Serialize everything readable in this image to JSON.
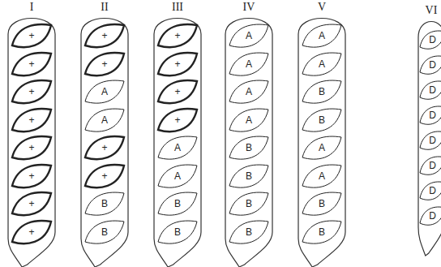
{
  "diagram": {
    "nodes": [
      {
        "text": [
          "I"
        ]
      },
      {
        "text": [
          "+"
        ],
        "in": 0
      },
      {
        "text": [
          "+"
        ],
        "in": 0
      },
      {
        "text": [
          "+"
        ],
        "in": 0
      },
      {
        "text": [
          "+"
        ],
        "in": 0
      },
      {
        "text": [
          "+"
        ],
        "in": 0
      },
      {
        "text": [
          "+"
        ],
        "in": 0
      },
      {
        "text": [
          "+"
        ],
        "in": 0
      },
      {
        "text": [
          "+"
        ],
        "in": 0
      },
      {
        "text": [
          "II"
        ]
      },
      {
        "text": [
          "+"
        ],
        "in": 9
      },
      {
        "text": [
          "+"
        ],
        "in": 9
      },
      {
        "text": [
          "A"
        ],
        "in": 9
      },
      {
        "text": [
          "A"
        ],
        "in": 9
      },
      {
        "text": [
          "+"
        ],
        "in": 9
      },
      {
        "text": [
          "+"
        ],
        "in": 9
      },
      {
        "text": [
          "B"
        ],
        "in": 9
      },
      {
        "text": [
          "B"
        ],
        "in": 9
      },
      {
        "text": [
          "III"
        ]
      },
      {
        "text": [
          "+"
        ],
        "in": 18
      },
      {
        "text": [
          "+"
        ],
        "in": 18
      },
      {
        "text": [
          "+"
        ],
        "in": 18
      },
      {
        "text": [
          "+"
        ],
        "in": 18
      },
      {
        "text": [
          "A"
        ],
        "in": 18
      },
      {
        "text": [
          "A"
        ],
        "in": 18
      },
      {
        "text": [
          "B"
        ],
        "in": 18
      },
      {
        "text": [
          "B"
        ],
        "in": 18
      },
      {
        "text": [
          "IV"
        ]
      },
      {
        "text": [
          "A"
        ],
        "in": 27
      },
      {
        "text": [
          "A"
        ],
        "in": 27
      },
      {
        "text": [
          "A"
        ],
        "in": 27
      },
      {
        "text": [
          "A"
        ],
        "in": 27
      },
      {
        "text": [
          "B"
        ],
        "in": 27
      },
      {
        "text": [
          "B"
        ],
        "in": 27
      },
      {
        "text": [
          "B"
        ],
        "in": 27
      },
      {
        "text": [
          "B"
        ],
        "in": 27
      },
      {
        "text": [
          "V"
        ]
      },
      {
        "text": [
          "A"
        ],
        "in": 36
      },
      {
        "text": [
          "A"
        ],
        "in": 36
      },
      {
        "text": [
          "B"
        ],
        "in": 36
      },
      {
        "text": [
          "B"
        ],
        "in": 36
      },
      {
        "text": [
          "A"
        ],
        "in": 36
      },
      {
        "text": [
          "A"
        ],
        "in": 36
      },
      {
        "text": [
          "B"
        ],
        "in": 36
      },
      {
        "text": [
          "B"
        ],
        "in": 36
      },
      {
        "text": [
          "VI"
        ]
      },
      {
        "text": [
          "D"
        ],
        "in": 45
      },
      {
        "text": [
          "D"
        ],
        "in": 45
      },
      {
        "text": [
          "D"
        ],
        "in": 45
      },
      {
        "text": [
          "D"
        ],
        "in": 45
      },
      {
        "text": [
          "D"
        ],
        "in": 45
      },
      {
        "text": [
          "D"
        ],
        "in": 45
      },
      {
        "text": [
          "D"
        ],
        "in": 45
      },
      {
        "text": [
          "D"
        ],
        "in": 45
      }
    ]
  }
}
